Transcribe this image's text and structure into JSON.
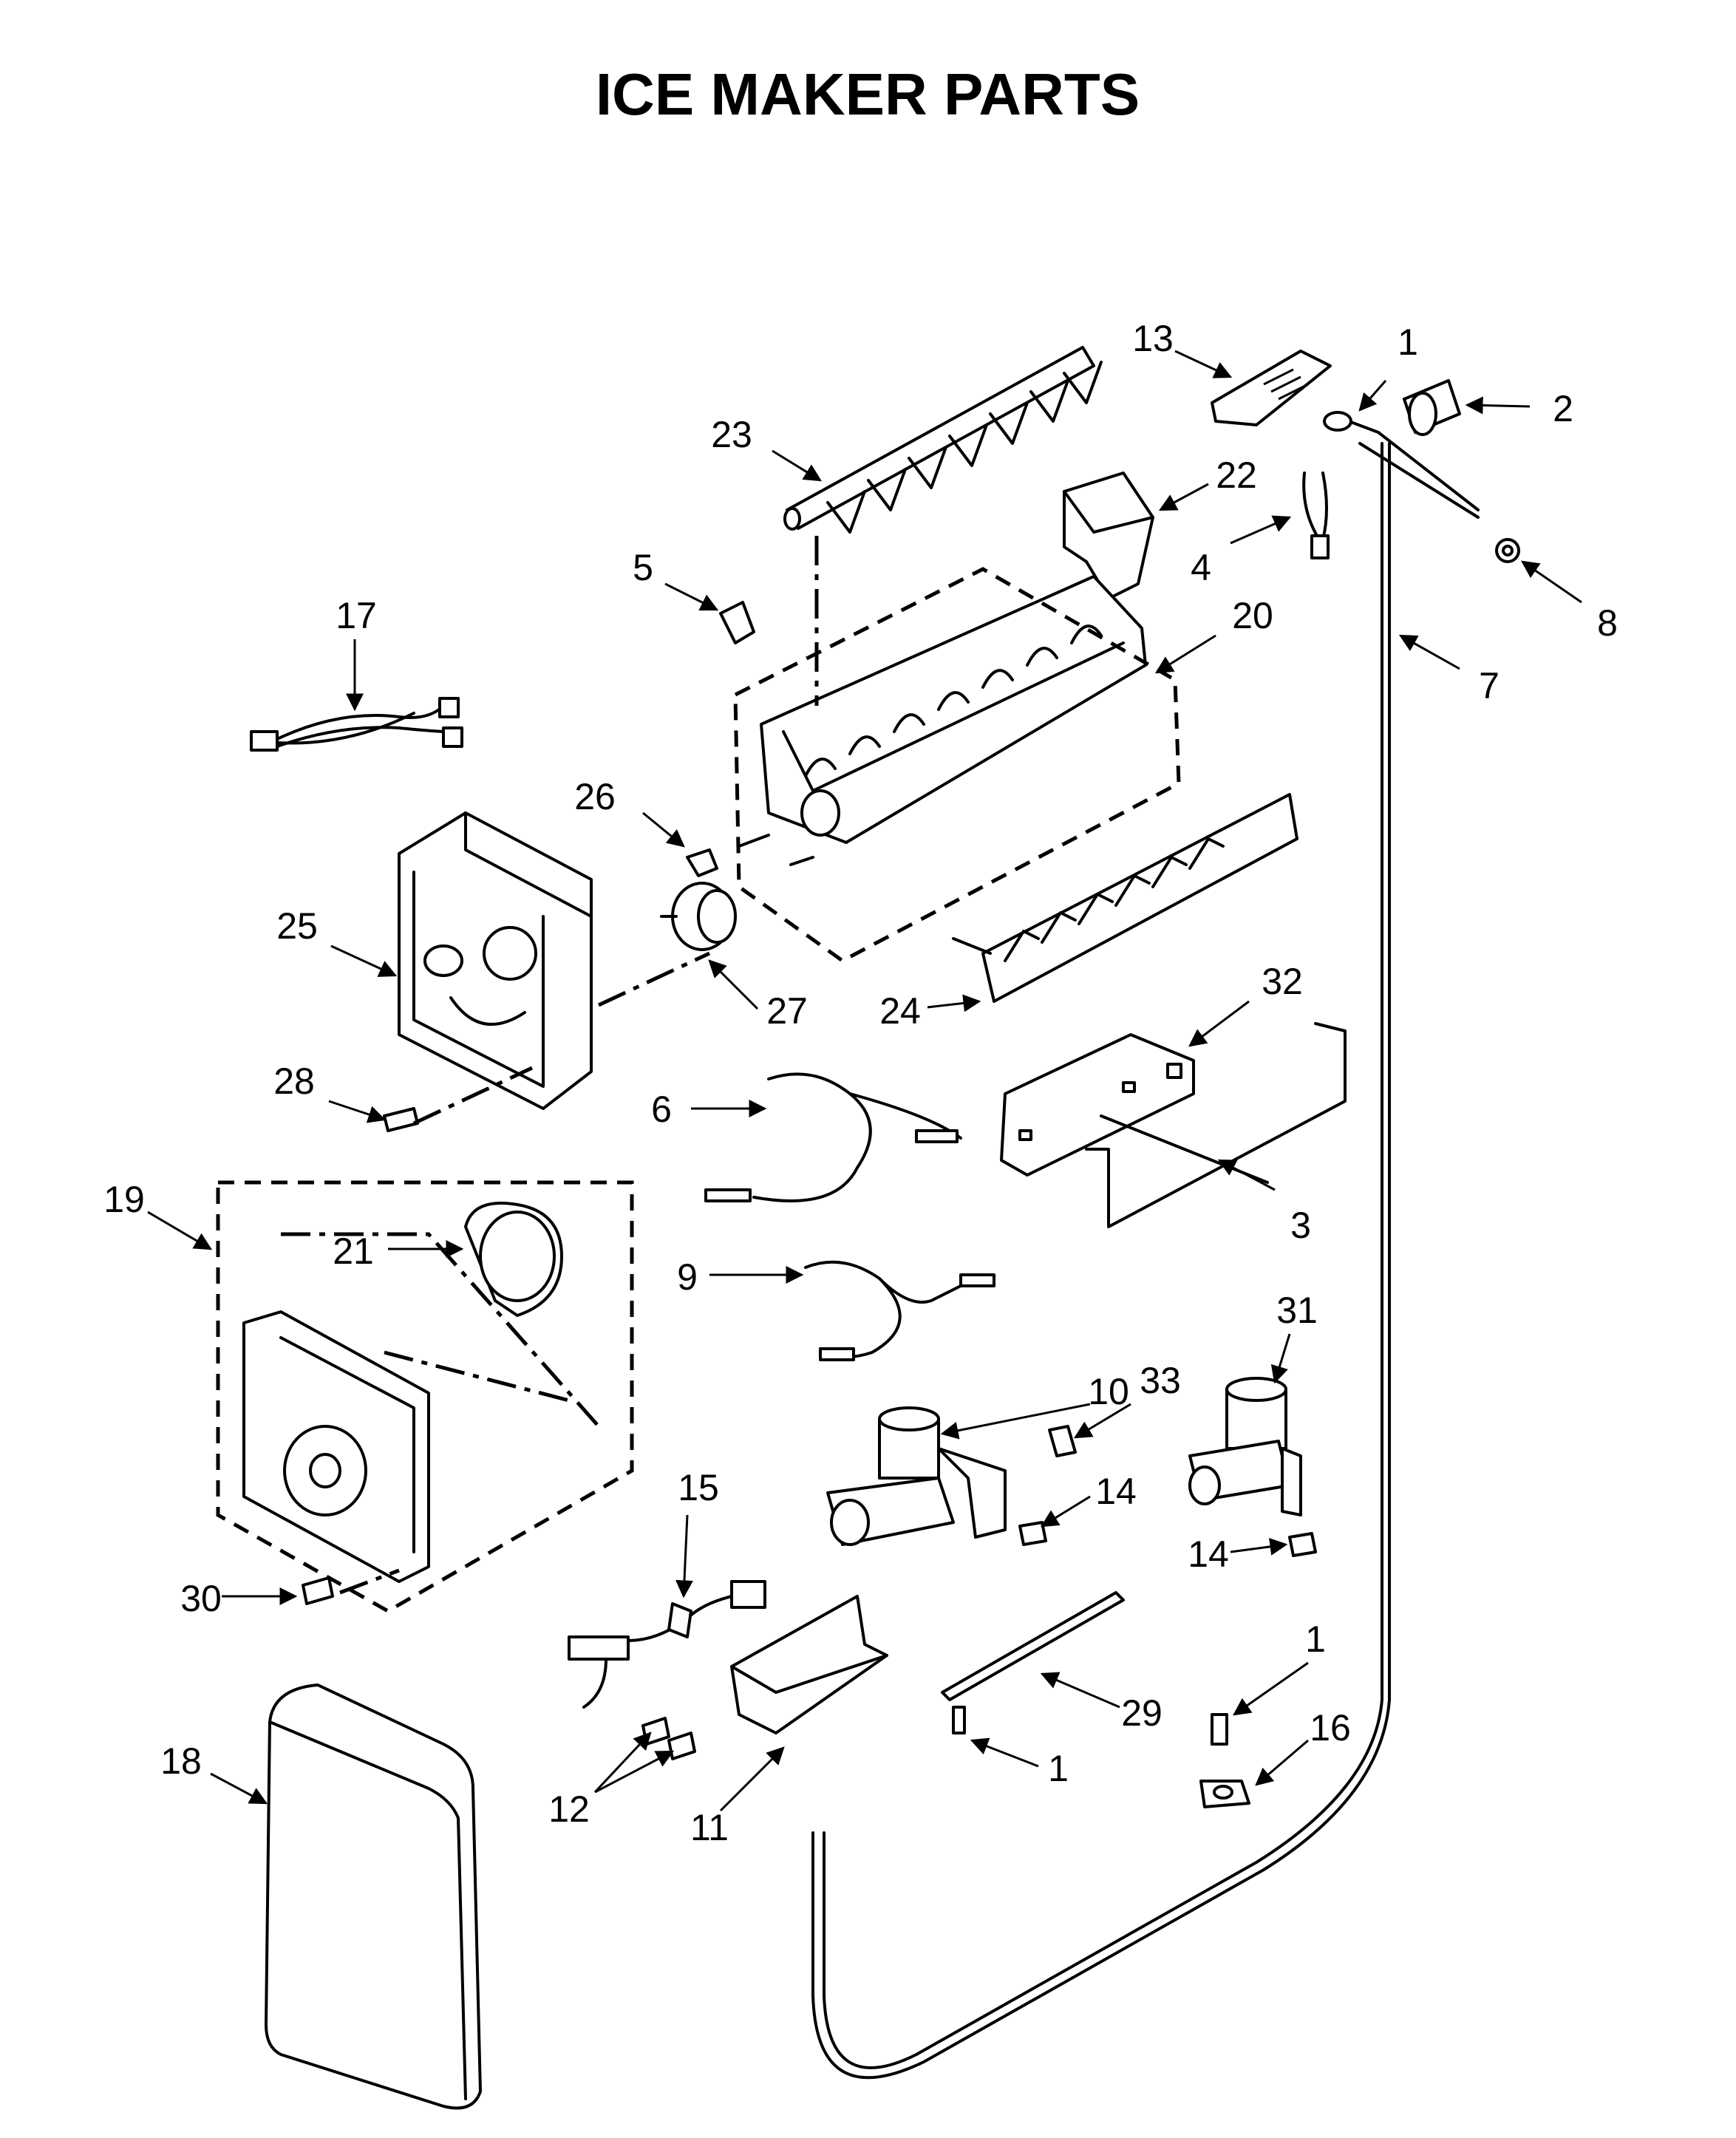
{
  "title": "ICE MAKER PARTS",
  "callouts": [
    {
      "id": "c13",
      "label": "13"
    },
    {
      "id": "c1a",
      "label": "1"
    },
    {
      "id": "c2",
      "label": "2"
    },
    {
      "id": "c23",
      "label": "23"
    },
    {
      "id": "c22",
      "label": "22"
    },
    {
      "id": "c4",
      "label": "4"
    },
    {
      "id": "c8",
      "label": "8"
    },
    {
      "id": "c5",
      "label": "5"
    },
    {
      "id": "c20",
      "label": "20"
    },
    {
      "id": "c17",
      "label": "17"
    },
    {
      "id": "c7",
      "label": "7"
    },
    {
      "id": "c26",
      "label": "26"
    },
    {
      "id": "c25",
      "label": "25"
    },
    {
      "id": "c27",
      "label": "27"
    },
    {
      "id": "c24",
      "label": "24"
    },
    {
      "id": "c32",
      "label": "32"
    },
    {
      "id": "c28",
      "label": "28"
    },
    {
      "id": "c6",
      "label": "6"
    },
    {
      "id": "c19",
      "label": "19"
    },
    {
      "id": "c3",
      "label": "3"
    },
    {
      "id": "c21",
      "label": "21"
    },
    {
      "id": "c9",
      "label": "9"
    },
    {
      "id": "c31",
      "label": "31"
    },
    {
      "id": "c10",
      "label": "10"
    },
    {
      "id": "c33",
      "label": "33"
    },
    {
      "id": "c14a",
      "label": "14"
    },
    {
      "id": "c15",
      "label": "15"
    },
    {
      "id": "c14b",
      "label": "14"
    },
    {
      "id": "c30",
      "label": "30"
    },
    {
      "id": "c1b",
      "label": "1"
    },
    {
      "id": "c29",
      "label": "29"
    },
    {
      "id": "c16",
      "label": "16"
    },
    {
      "id": "c18",
      "label": "18"
    },
    {
      "id": "c12",
      "label": "12"
    },
    {
      "id": "c11",
      "label": "11"
    },
    {
      "id": "c1c",
      "label": "1"
    }
  ]
}
